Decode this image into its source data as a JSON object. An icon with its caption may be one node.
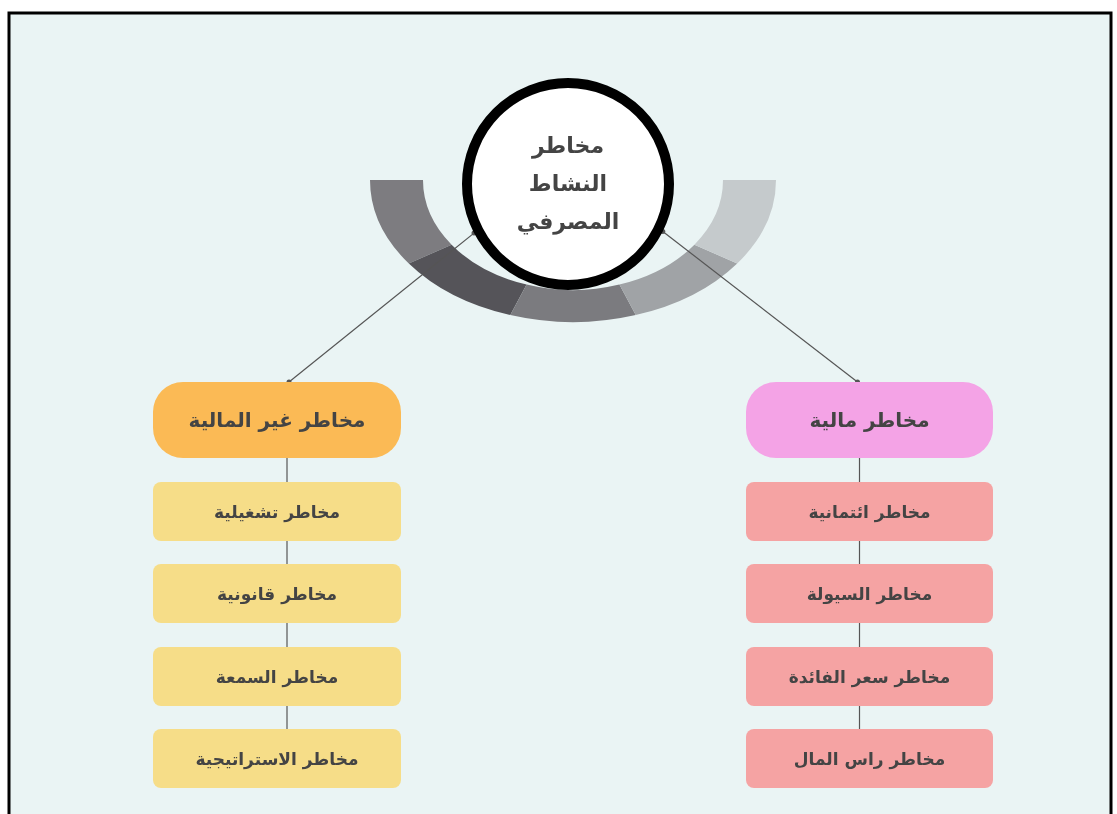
{
  "diagram": {
    "nodes": [
      {
        "text": [
          "مخاطر النشاط المصرفي"
        ]
      },
      {
        "text": [
          "مخاطر مالية"
        ]
      },
      {
        "text": [
          "مخاطر ائتمانية"
        ]
      },
      {
        "text": [
          "مخاطر السيولة"
        ]
      },
      {
        "text": [
          "مخاطر سعر الفائدة"
        ]
      },
      {
        "text": [
          "مخاطر راس المال"
        ]
      },
      {
        "text": [
          "مخاطر غير المالية"
        ]
      },
      {
        "text": [
          "مخاطر تشغيلية"
        ]
      },
      {
        "text": [
          "مخاطر قانونية"
        ]
      },
      {
        "text": [
          "مخاطر السمعة"
        ]
      },
      {
        "text": [
          "مخاطر الاستراتيجية"
        ]
      }
    ],
    "edges": [
      {
        "from": 0,
        "to": 1,
        "arrow": "other"
      },
      {
        "from": 0,
        "to": 6,
        "arrow": "other"
      },
      {
        "from": 1,
        "to": 2,
        "arrow": "none"
      },
      {
        "from": 2,
        "to": 3,
        "arrow": "none"
      },
      {
        "from": 3,
        "to": 4,
        "arrow": "none"
      },
      {
        "from": 4,
        "to": 5,
        "arrow": "none"
      },
      {
        "from": 6,
        "to": 7,
        "arrow": "none"
      },
      {
        "from": 7,
        "to": 8,
        "arrow": "none"
      },
      {
        "from": 8,
        "to": 9,
        "arrow": "none"
      },
      {
        "from": 9,
        "to": 10,
        "arrow": "none"
      }
    ]
  }
}
